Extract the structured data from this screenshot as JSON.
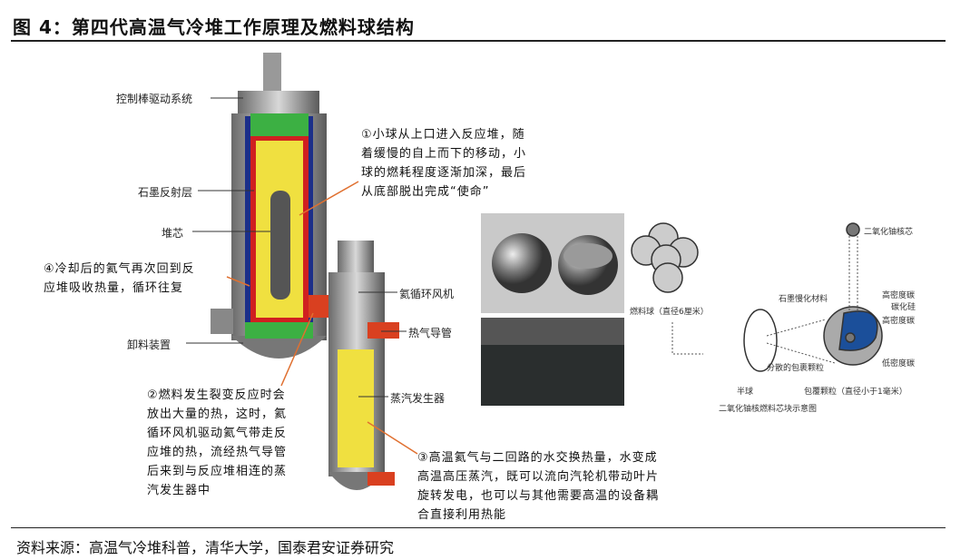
{
  "title": "图 4：第四代高温气冷堆工作原理及燃料球结构",
  "labels": {
    "control_rod": "控制棒驱动系统",
    "graphite": "石墨反射层",
    "core": "堆芯",
    "discharge": "卸料装置",
    "fan": "氦循环风机",
    "hot_duct": "热气导管",
    "steam_gen": "蒸汽发生器"
  },
  "notes": {
    "n1": [
      "①小球从上口进入反应堆，随",
      "着缓慢的自上而下的移动，小",
      "球的燃耗程度逐渐加深，最后",
      "从底部脱出完成“使命”"
    ],
    "n2": [
      "②燃料发生裂变反应时会",
      "放出大量的热，这时，氦",
      "循环风机驱动氦气带走反",
      "应堆的热，流经热气导管",
      "后来到与反应堆相连的蒸",
      "汽发生器中"
    ],
    "n3": [
      "③高温氦气与二回路的水交换热量，水变成",
      "高温高压蒸汽，既可以流向汽轮机带动叶片",
      "旋转发电，也可以与其他需要高温的设备耦",
      "合直接利用热能"
    ],
    "n4": [
      "④冷却后的氦气再次回到反",
      "应堆吸收热量，循环往复"
    ]
  },
  "diagram": {
    "fuel_ball": "燃料球（直径6厘米）",
    "kernel": "二氧化铀核芯",
    "matrix": "石墨慢化材料",
    "particles": "分散的包裹颗粒",
    "hemisphere": "半球",
    "coated": "包覆颗粒（直径小于1毫米）",
    "hd_carbon1": "高密度碳",
    "sic": "碳化硅",
    "hd_carbon2": "高密度碳",
    "ld_carbon": "低密度碳",
    "caption": "二氧化铀核燃料芯块示意图"
  },
  "source": "资料来源：高温气冷堆科普，清华大学，国泰君安证券研究"
}
